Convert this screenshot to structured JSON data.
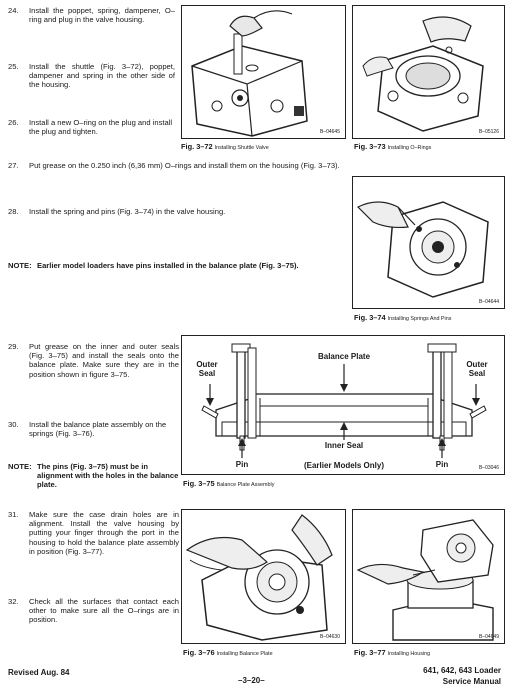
{
  "steps": {
    "s24": {
      "num": "24.",
      "text": "Install the poppet, spring, dampener, O–ring and plug in the valve housing."
    },
    "s25": {
      "num": "25.",
      "text": "Install the shuttle (Fig. 3–72), poppet, dampener and spring in the other side of the housing."
    },
    "s26": {
      "num": "26.",
      "text": "Install a new O–ring on the plug and install the plug and tighten."
    },
    "s27": {
      "num": "27.",
      "text": "Put grease on the 0.250 inch (6,36 mm) O–rings and install them on the housing (Fig. 3–73)."
    },
    "s28": {
      "num": "28.",
      "text": "Install the spring and pins (Fig. 3–74) in the valve housing."
    },
    "s29": {
      "num": "29.",
      "text": "Put grease on the inner and outer seals (Fig. 3–75) and install the seals onto the balance plate. Make sure they are in the position shown in figure 3–75."
    },
    "s30": {
      "num": "30.",
      "text": "Install the balance plate assembly on the springs (Fig. 3–76)."
    },
    "s31": {
      "num": "31.",
      "text": "Make sure the case drain holes are in alignment. Install the valve housing by putting your finger through the port in the housing to hold the balance plate assembly in position (Fig. 3–77)."
    },
    "s32": {
      "num": "32.",
      "text": "Check all the surfaces that contact each other to make sure all the O–rings are in position."
    }
  },
  "notes": {
    "n1_label": "NOTE:",
    "n1_text": "Earlier model loaders have pins installed in the balance plate (Fig. 3–75).",
    "n2_label": "NOTE:",
    "n2_text": "The pins (Fig. 3–75) must be in alignment with the holes in the balance plate."
  },
  "figures": {
    "f72": {
      "fig": "Fig. 3–72",
      "title": "Installing Shuttle Valve",
      "id": "B–04645"
    },
    "f73": {
      "fig": "Fig. 3–73",
      "title": "Installing O–Rings",
      "id": "B–05126"
    },
    "f74": {
      "fig": "Fig. 3–74",
      "title": "Installing Springs And Pins",
      "id": "B–04644"
    },
    "f75": {
      "fig": "Fig. 3–75",
      "title": "Balance Plate Assembly",
      "id": "B–03046",
      "labels": {
        "outer_seal_left": "Outer Seal",
        "outer_seal_right": "Outer Seal",
        "balance_plate": "Balance Plate",
        "inner_seal": "Inner Seal",
        "pin_left": "Pin",
        "pin_right": "Pin",
        "earlier_models": "(Earlier Models Only)"
      }
    },
    "f76": {
      "fig": "Fig. 3–76",
      "title": "Installing Balance Plate",
      "id": "B–04630"
    },
    "f77": {
      "fig": "Fig. 3–77",
      "title": "Installing Housing",
      "id": "B–04649"
    }
  },
  "footer": {
    "revised": "Revised Aug. 84",
    "page": "–3–20–",
    "model": "641, 642, 643 Loader",
    "manual": "Service Manual"
  }
}
